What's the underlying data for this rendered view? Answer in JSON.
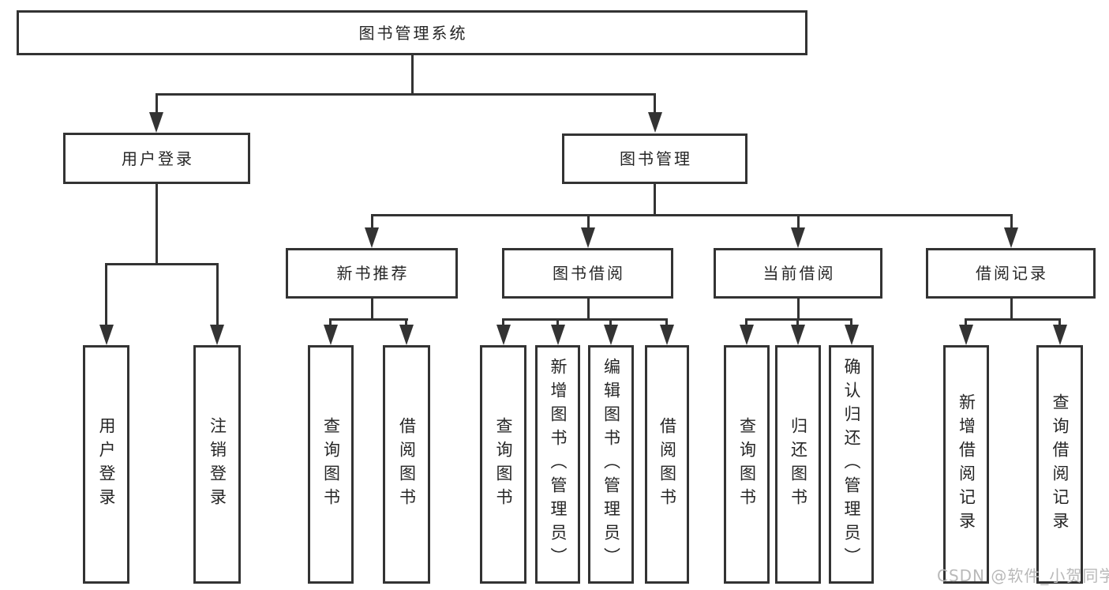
{
  "diagram": {
    "nodes": {
      "root": "图书管理系统",
      "user_login": "用户登录",
      "book_mgmt": "图书管理",
      "new_book": "新书推荐",
      "book_borrow": "图书借阅",
      "current_borrow": "当前借阅",
      "borrow_record": "借阅记录",
      "leaf_user_login": "用户登录",
      "leaf_logout": "注销登录",
      "leaf_newbook_query": "查询图书",
      "leaf_newbook_borrow": "借阅图书",
      "leaf_bookborrow_query": "查询图书",
      "leaf_bookborrow_add": "新增图书（管理员）",
      "leaf_bookborrow_edit": "编辑图书（管理员）",
      "leaf_bookborrow_borrow": "借阅图书",
      "leaf_current_query": "查询图书",
      "leaf_current_return": "归还图书",
      "leaf_current_confirm": "确认归还（管理员）",
      "leaf_record_add": "新增借阅记录",
      "leaf_record_query": "查询借阅记录"
    },
    "structure": {
      "图书管理系统": {
        "用户登录": [
          "用户登录",
          "注销登录"
        ],
        "图书管理": {
          "新书推荐": [
            "查询图书",
            "借阅图书"
          ],
          "图书借阅": [
            "查询图书",
            "新增图书（管理员）",
            "编辑图书（管理员）",
            "借阅图书"
          ],
          "当前借阅": [
            "查询图书",
            "归还图书",
            "确认归还（管理员）"
          ],
          "借阅记录": [
            "新增借阅记录",
            "查询借阅记录"
          ]
        }
      }
    },
    "colors": {
      "line": "#333333",
      "text": "#262626",
      "box_background": "#ffffff",
      "watermark": "#b9b9b9"
    }
  },
  "watermark": {
    "text": "CSDN @软件_小贺同学"
  }
}
